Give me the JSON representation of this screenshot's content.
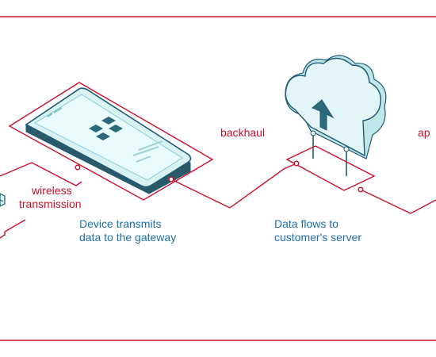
{
  "colors": {
    "accent": "#c8102e",
    "caption": "#1f6fa8",
    "device_fill": "#d9f2f2",
    "device_stroke": "#1e5a73",
    "device_dark": "#2a5a6a",
    "cloud_fill": "#e3f5f6"
  },
  "labels": {
    "wireless": [
      "wireless",
      "transmission"
    ],
    "backhaul": "backhaul",
    "app_fragment": "ap",
    "device_caption": [
      "Device transmits",
      "data to the gateway"
    ],
    "server_caption": [
      "Data flows to",
      "customer's server"
    ]
  },
  "icons": {
    "phone": "smartphone-icon",
    "cloud": "cloud-upload-icon",
    "gateway": "gateway-device-icon"
  }
}
